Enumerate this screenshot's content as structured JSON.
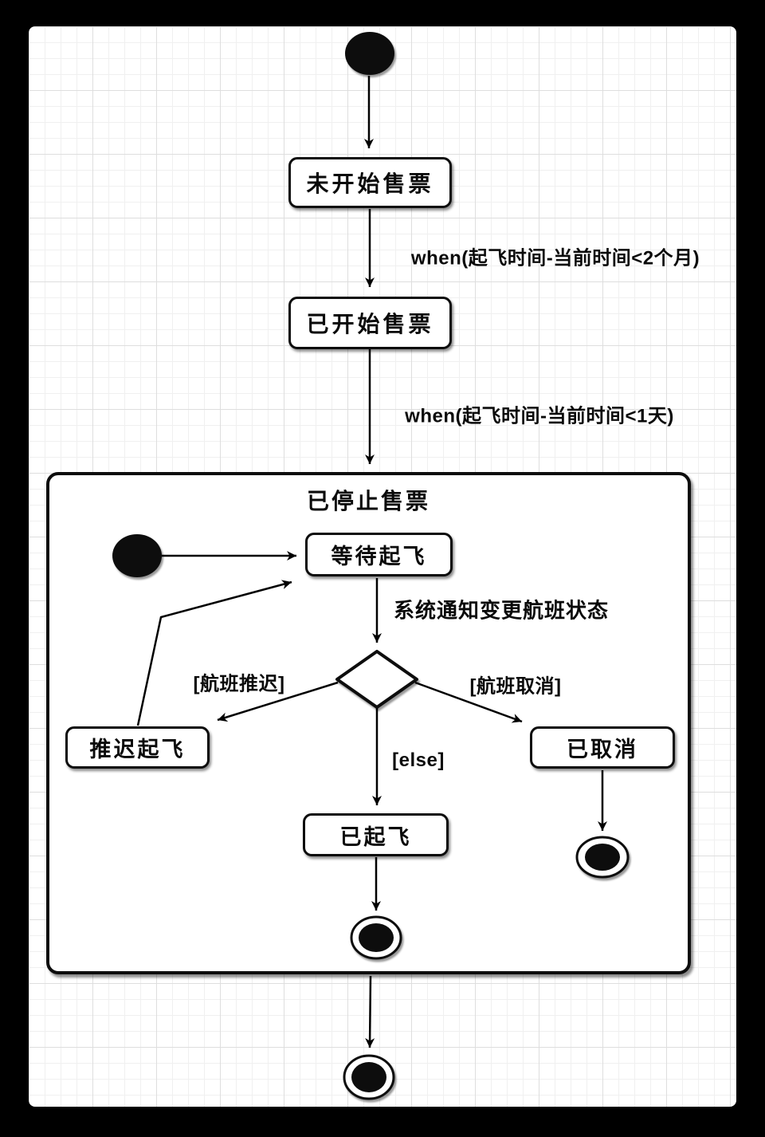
{
  "diagram": {
    "kind": "uml-state-diagram",
    "colors": {
      "frame_background": "#000000",
      "canvas_background": "#ffffff",
      "shape_stroke": "#0d0d0d",
      "shape_fill": "#ffffff",
      "grid_minor": "#f0f0f0",
      "grid_major": "#dedede",
      "text": "#0a0a0a"
    },
    "states": {
      "not_started": {
        "label": "未开始售票"
      },
      "selling": {
        "label": "已开始售票"
      },
      "stopped": {
        "label": "已停止售票"
      },
      "waiting": {
        "label": "等待起飞"
      },
      "delayed": {
        "label": "推迟起飞"
      },
      "cancelled": {
        "label": "已取消"
      },
      "departed": {
        "label": "已起飞"
      }
    },
    "transitions": {
      "when_2_months": {
        "label": "when(起飞时间-当前时间<2个月)"
      },
      "when_1_day": {
        "label": "when(起飞时间-当前时间<1天)"
      },
      "notify_change": {
        "label": "系统通知变更航班状态"
      },
      "guard_delayed": {
        "label": "[航班推迟]"
      },
      "guard_cancelled": {
        "label": "[航班取消]"
      },
      "guard_else": {
        "label": "[else]"
      }
    },
    "symbols": {
      "initial_states": 2,
      "final_states": 3,
      "decision_nodes": 1
    }
  }
}
